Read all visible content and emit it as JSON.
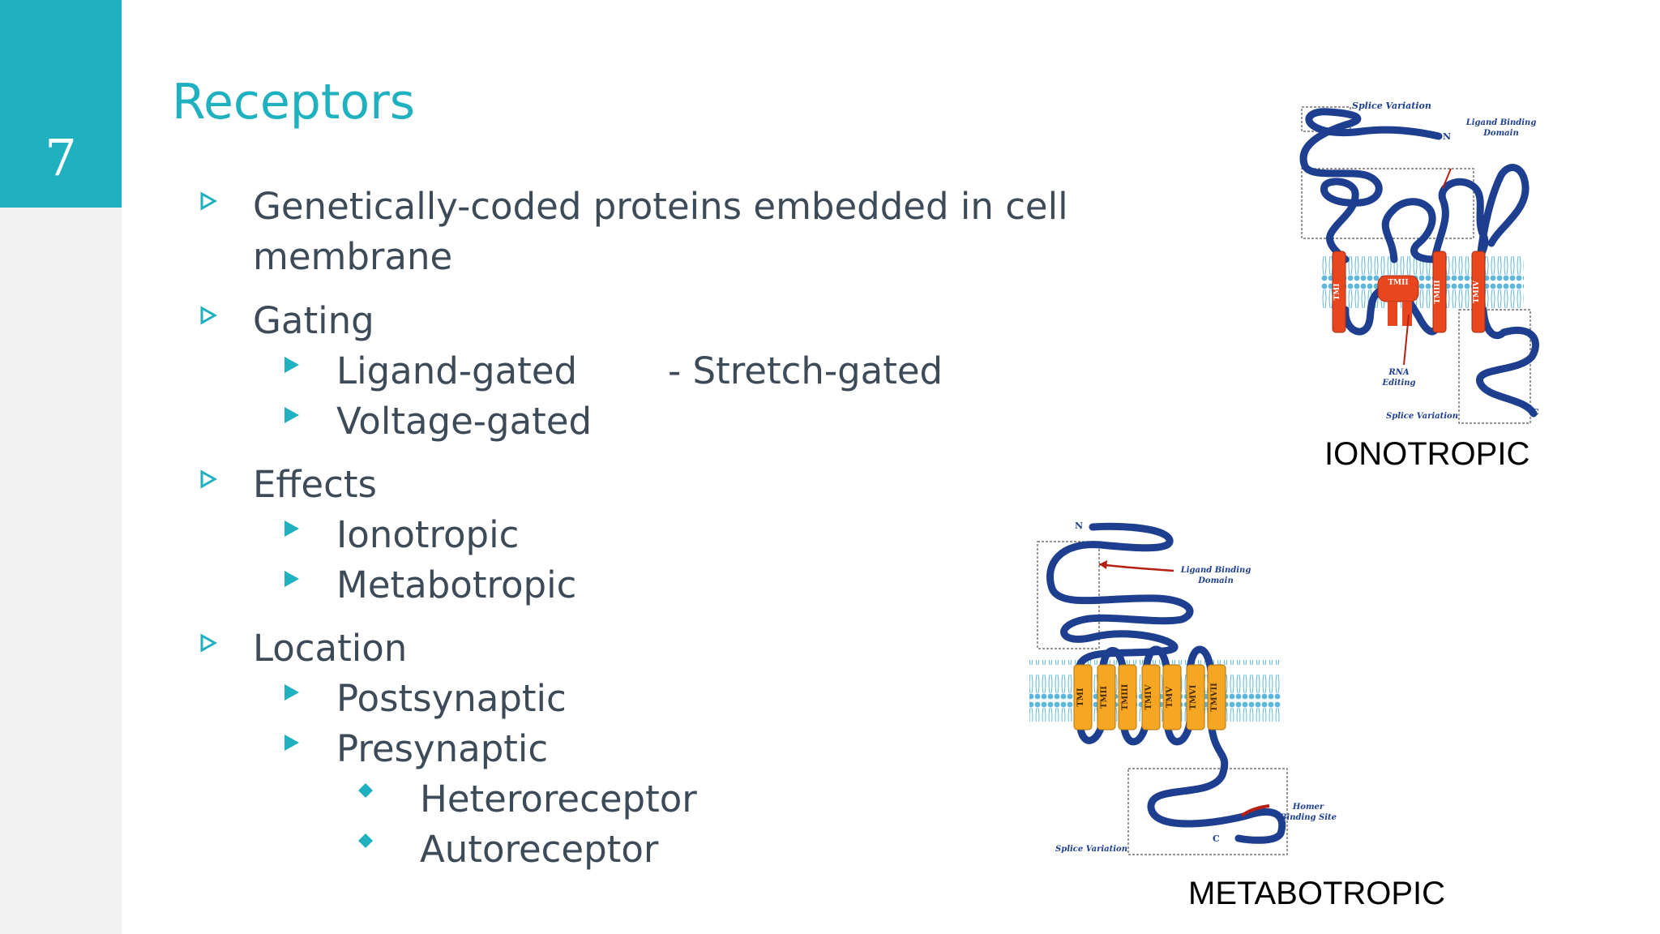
{
  "slide": {
    "number": "7",
    "title": "Receptors"
  },
  "bullets": {
    "genetic": "Genetically-coded proteins embedded in cell",
    "genetic_cont": "membrane",
    "gating": "Gating",
    "ligand": "Ligand-gated",
    "stretch": "- Stretch-gated",
    "voltage": "Voltage-gated",
    "effects": "Effects",
    "ionotropic": "Ionotropic",
    "metabotropic": "Metabotropic",
    "location": "Location",
    "postsynaptic": "Postsynaptic",
    "presynaptic": "Presynaptic",
    "hetero": "Heteroreceptor",
    "auto": "Autoreceptor"
  },
  "figures": {
    "ionotropic": {
      "caption": "IONOTROPIC",
      "labels": {
        "splice_top": "Splice Variation",
        "n": "N",
        "ligand_domain_1": "Ligand Binding",
        "ligand_domain_2": "Domain",
        "rna_1": "RNA",
        "rna_2": "Editing",
        "splice_bottom": "Splice Variation",
        "c": "C",
        "tm1": "TMI",
        "tm2": "TMII",
        "tm3": "TMIII",
        "tm4": "TMIV"
      }
    },
    "metabotropic": {
      "caption": "METABOTROPIC",
      "labels": {
        "n": "N",
        "ligand_domain_1": "Ligand Binding",
        "ligand_domain_2": "Domain",
        "homer_1": "Homer",
        "homer_2": "Binding Site",
        "splice": "Splice Variation",
        "c": "C",
        "tm1": "TMI",
        "tm2": "TMII",
        "tm3": "TMIII",
        "tm4": "TMIV",
        "tm5": "TMV",
        "tm6": "TMVI",
        "tm7": "TMVII"
      }
    }
  },
  "colors": {
    "accent": "#1fb1bf",
    "text": "#3d4a57",
    "membrane": "#5bb8dc",
    "chain": "#1e3f8f",
    "ion_helix": "#e8461e",
    "metab_helix": "#f5a623"
  }
}
